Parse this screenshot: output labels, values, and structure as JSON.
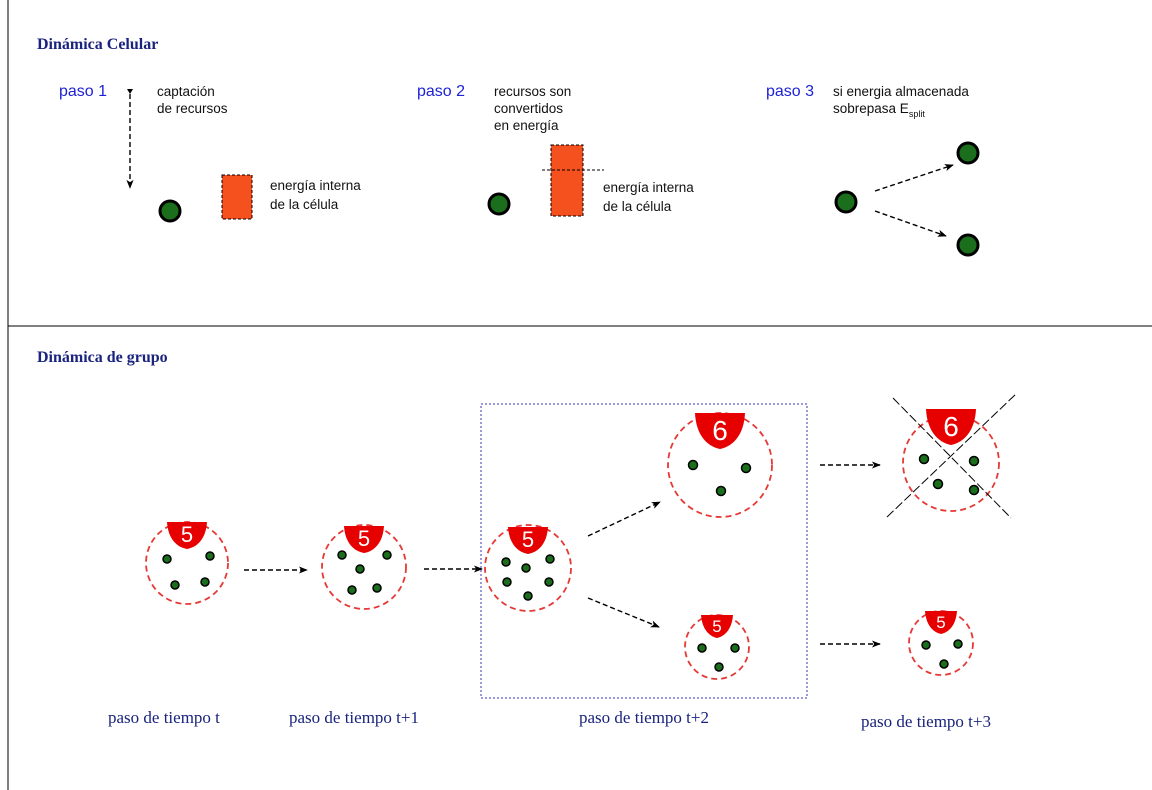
{
  "cellular": {
    "title": "Dinámica Celular",
    "step1": {
      "label": "paso 1",
      "line1": "captación",
      "line2": "de recursos",
      "energy_line1": "energía interna",
      "energy_line2": "de la célula"
    },
    "step2": {
      "label": "paso 2",
      "line1": "recursos son",
      "line2": "convertidos",
      "line3": "en energía",
      "energy_line1": "energía interna",
      "energy_line2": "de la célula"
    },
    "step3": {
      "label": "paso 3",
      "line1": "si energia almacenada",
      "line2_prefix": "sobrepasa E",
      "line2_sub": "split"
    }
  },
  "group": {
    "title": "Dinámica de grupo",
    "t0": {
      "count": "5",
      "label": "paso de tiempo t"
    },
    "t1": {
      "count": "5",
      "label": "paso de tiempo  t+1"
    },
    "t2": {
      "count": "5",
      "label": "paso de tiempo t+2"
    },
    "t2_big": {
      "count": "6"
    },
    "t2_small": {
      "count": "5"
    },
    "t3_dead": {
      "count": "6"
    },
    "t3": {
      "count": "5",
      "label": "paso de tiempo t+3"
    }
  },
  "colors": {
    "title": "#1a237e",
    "paso": "#1e22d6",
    "cell": "#1b6e1b",
    "group_ring": "#e53935",
    "badge": "#e60000",
    "energy": "#f4511e",
    "frame": "#3333bb"
  }
}
